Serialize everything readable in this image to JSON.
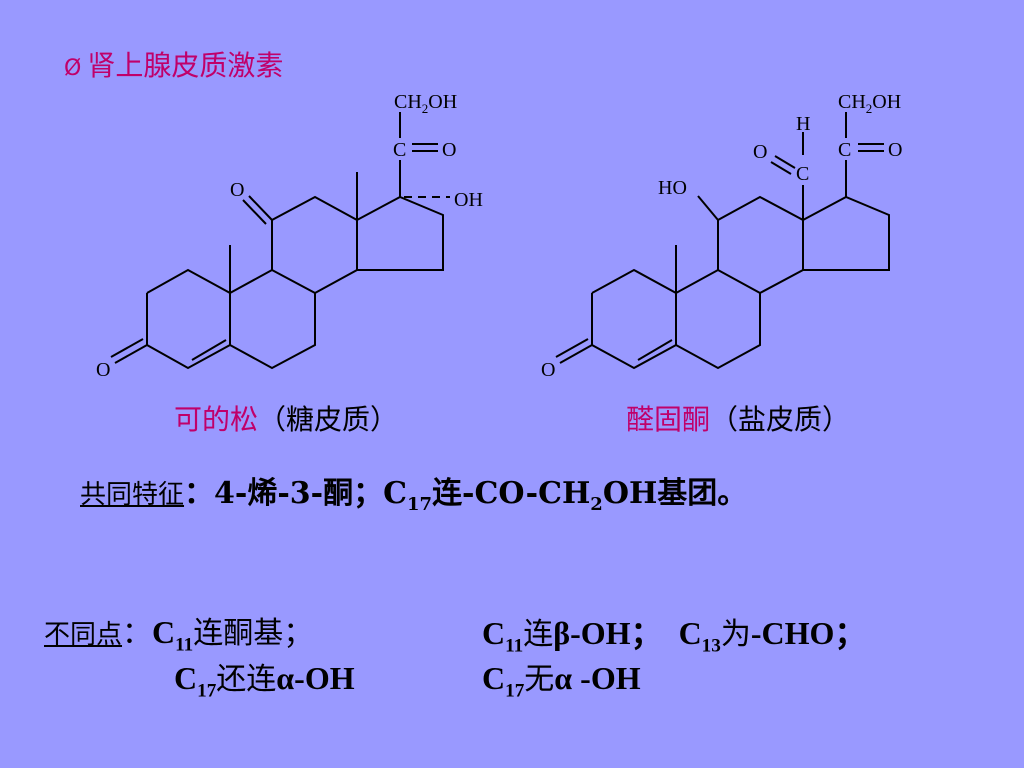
{
  "slide": {
    "bullet": "Ø",
    "title": "肾上腺皮质激素"
  },
  "molecule1": {
    "labels": {
      "ch2oh_ch": "CH",
      "ch2oh_sub": "2",
      "ch2oh_oh": "OH",
      "c": "C",
      "o_carbonyl": "O",
      "oh17": "OH",
      "o11": "O",
      "o3": "O"
    },
    "caption_name": "可的松",
    "caption_note": "（糖皮质）"
  },
  "molecule2": {
    "labels": {
      "ch2oh_ch": "CH",
      "ch2oh_sub": "2",
      "ch2oh_oh": "OH",
      "c_side": "C",
      "o_side": "O",
      "h_ald": "H",
      "o_ald": "O",
      "c_ald": "C",
      "ho11": "HO",
      "o3": "O"
    },
    "caption_name": "醛固酮",
    "caption_note": "（盐皮质）"
  },
  "common": {
    "label": "共同特征",
    "colon": "：",
    "p1": "4-烯-3-酮；C",
    "sub1": "17",
    "p2": "连-CO-CH",
    "sub2": "2",
    "p3": "OH基团。"
  },
  "differences": {
    "label": "不同点",
    "colon": "：",
    "left1_a": "C",
    "left1_sub": "11",
    "left1_b": "连酮基；",
    "left2_a": "C",
    "left2_sub": "17",
    "left2_b": "还连",
    "left2_c": "α-OH",
    "right1_a": "C",
    "right1_sub": "11",
    "right1_b": "连",
    "right1_c": "β-OH；",
    "right1_d": "C",
    "right1_sub2": "13",
    "right1_e": "为",
    "right1_f": "-CHO；",
    "right2_a": "C",
    "right2_sub": "17",
    "right2_b": "无",
    "right2_c": "α -OH"
  },
  "colors": {
    "background": "#9999ff",
    "accent": "#c0006a",
    "text": "#000000"
  }
}
